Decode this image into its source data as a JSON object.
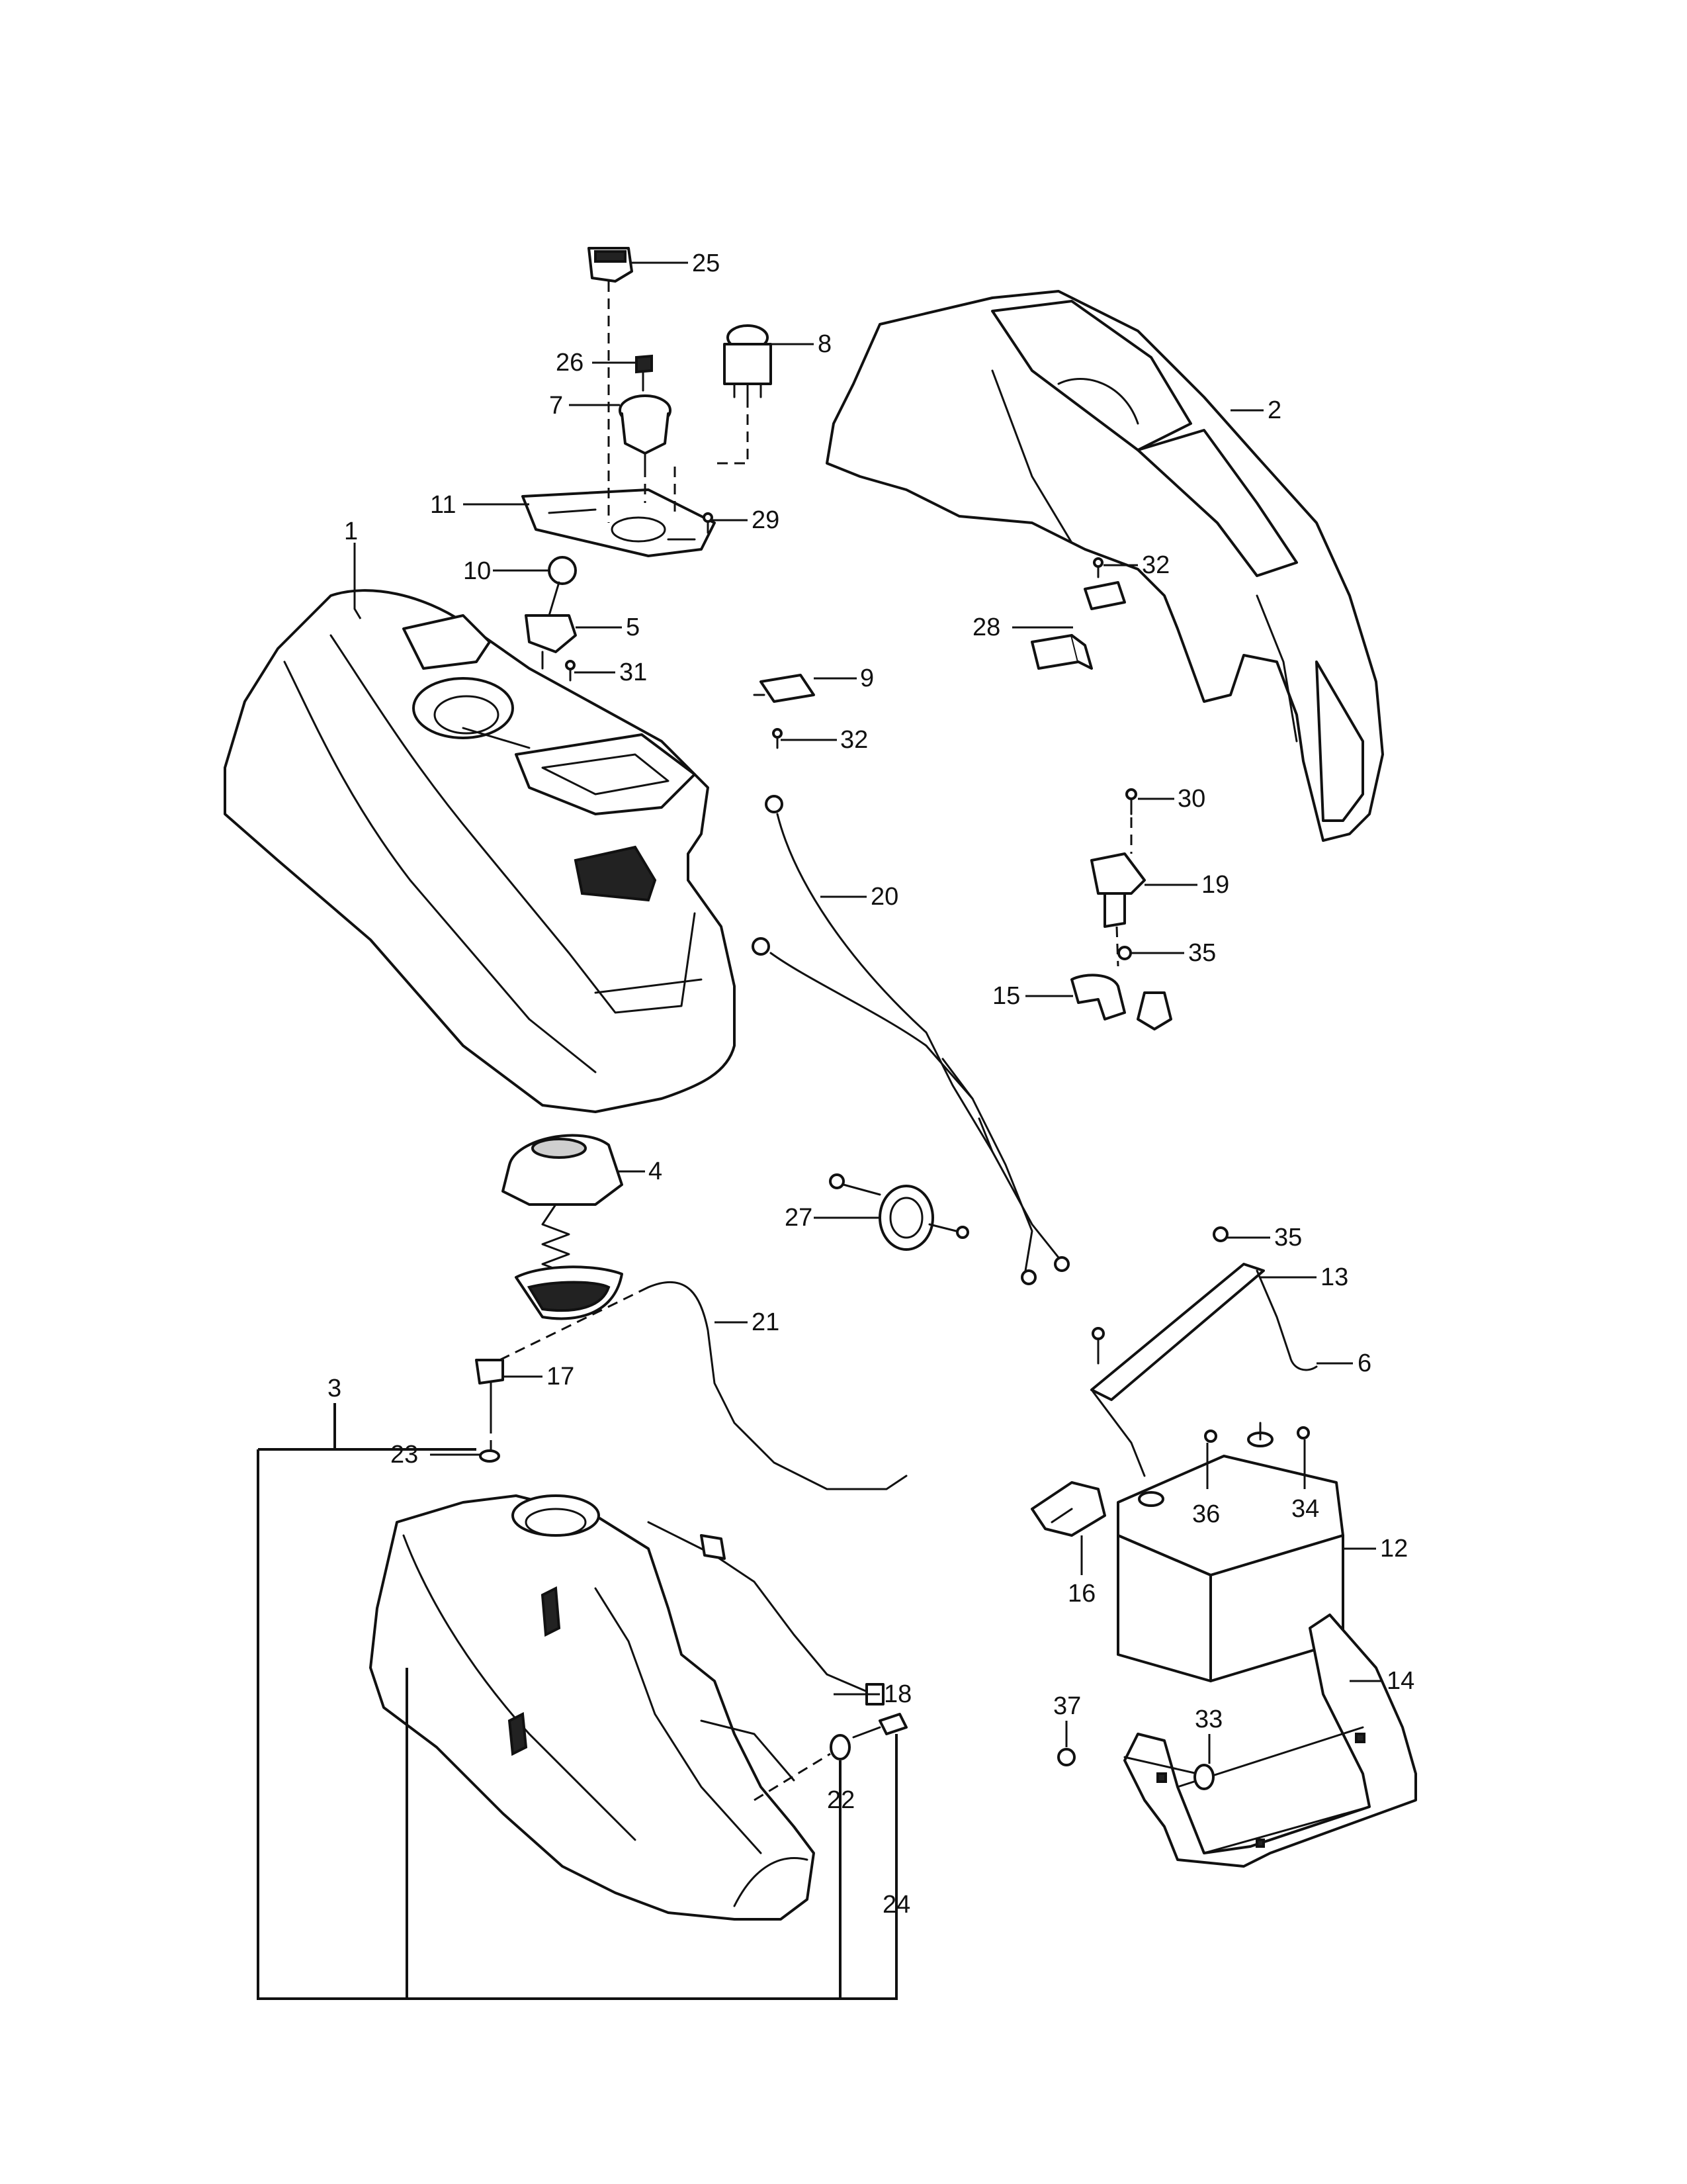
{
  "callouts": {
    "c1": "1",
    "c2": "2",
    "c3": "3",
    "c4": "4",
    "c5": "5",
    "c6": "6",
    "c7": "7",
    "c8": "8",
    "c9": "9",
    "c10": "10",
    "c11": "11",
    "c12": "12",
    "c13": "13",
    "c14": "14",
    "c15": "15",
    "c16": "16",
    "c17": "17",
    "c18": "18",
    "c19": "19",
    "c20": "20",
    "c21": "21",
    "c22": "22",
    "c23": "23",
    "c24": "24",
    "c25": "25",
    "c26": "26",
    "c27": "27",
    "c28": "28",
    "c29": "29",
    "c30": "30",
    "c31": "31",
    "c32a": "32",
    "c32b": "32",
    "c33": "33",
    "c34": "34",
    "c35a": "35",
    "c35b": "35",
    "c36": "36",
    "c37": "37"
  }
}
